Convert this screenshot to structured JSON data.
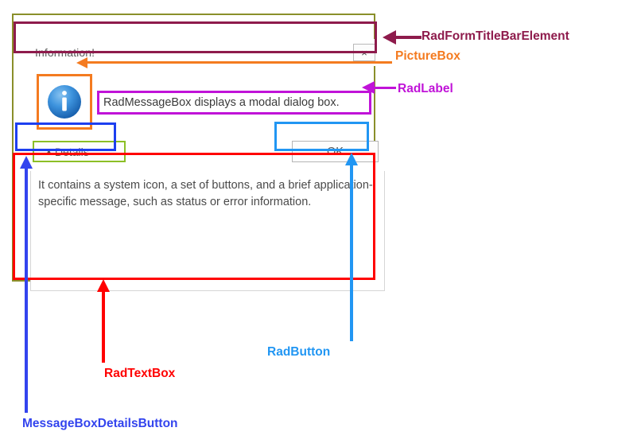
{
  "dialog": {
    "titlebar": {
      "title": "Information!",
      "close_label": "×"
    },
    "picture_box": {
      "icon_name": "info-icon"
    },
    "message_label": {
      "text": "RadMessageBox displays a modal dialog box."
    },
    "details_button": {
      "caret": "▲",
      "label": "Details"
    },
    "ok_button": {
      "label": "OK"
    },
    "details_textbox": {
      "text": "It contains a system icon, a set of buttons, and a brief application-specific message, such as status or error information."
    }
  },
  "annotations": [
    {
      "id": "titlebar",
      "label": "RadFormTitleBarElement",
      "color": "#8e1b4c"
    },
    {
      "id": "picturebox",
      "label": "PictureBox",
      "color": "#f47b20"
    },
    {
      "id": "radlabel",
      "label": "RadLabel",
      "color": "#c013d8"
    },
    {
      "id": "radbutton",
      "label": "RadButton",
      "color": "#2196f3"
    },
    {
      "id": "radtextbox",
      "label": "RadTextBox",
      "color": "#ff0000"
    },
    {
      "id": "details",
      "label": "MessageBoxDetailsButton",
      "color": "#3344ee"
    }
  ],
  "colors": {
    "dialog_frame": "#8a8f2a",
    "titlebar_outline": "#8e1b4c",
    "picturebox_outline": "#f47b20",
    "radlabel_outline": "#c013d8",
    "details_outline_outer": "#1d3ff0",
    "details_outline_inner": "#8cbf26",
    "okbutton_outline": "#2196f3",
    "textbox_outline": "#ff0000",
    "info_icon": "#2b7fd4"
  }
}
